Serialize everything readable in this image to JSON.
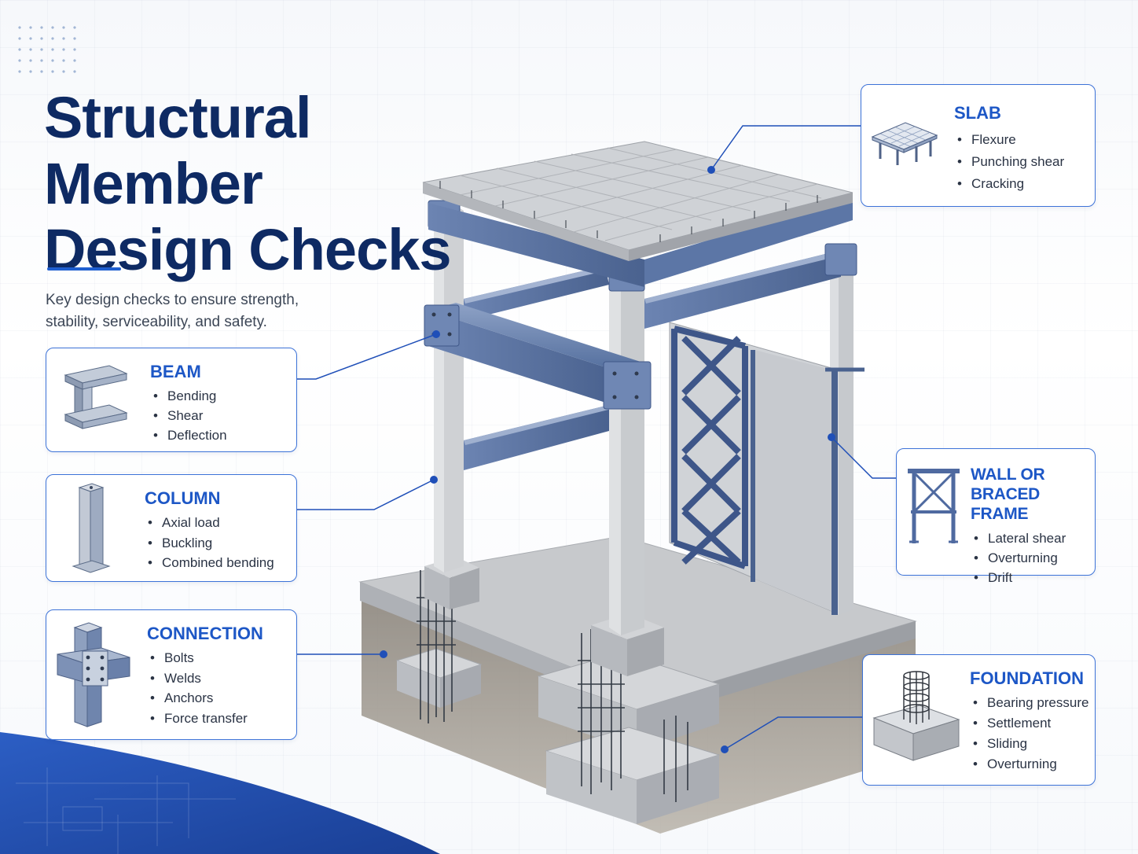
{
  "title": {
    "line1": "Structural",
    "line2": "Member",
    "line3": "Design Checks"
  },
  "subtitle": "Key design checks to ensure strength, stability, serviceability, and safety.",
  "cards": {
    "beam": {
      "heading": "BEAM",
      "items": [
        "Bending",
        "Shear",
        "Deflection"
      ],
      "icon": "i-beam-icon"
    },
    "column": {
      "heading": "COLUMN",
      "items": [
        "Axial load",
        "Buckling",
        "Combined bending"
      ],
      "icon": "column-icon"
    },
    "connection": {
      "heading": "CONNECTION",
      "items": [
        "Bolts",
        "Welds",
        "Anchors",
        "Force transfer"
      ],
      "icon": "bolted-connection-icon"
    },
    "slab": {
      "heading": "SLAB",
      "items": [
        "Flexure",
        "Punching shear",
        "Cracking"
      ],
      "icon": "slab-icon"
    },
    "wall": {
      "heading_line1": "WALL OR",
      "heading_line2": "BRACED FRAME",
      "items": [
        "Lateral shear",
        "Overturning",
        "Drift"
      ],
      "icon": "braced-frame-icon"
    },
    "foundation": {
      "heading": "FOUNDATION",
      "items": [
        "Bearing pressure",
        "Settlement",
        "Sliding",
        "Overturning"
      ],
      "icon": "footing-icon"
    }
  },
  "colors": {
    "accent": "#1d57c6",
    "title": "#0e2a63",
    "steel": "#5a74a6",
    "concrete": "#c9ccd0"
  }
}
